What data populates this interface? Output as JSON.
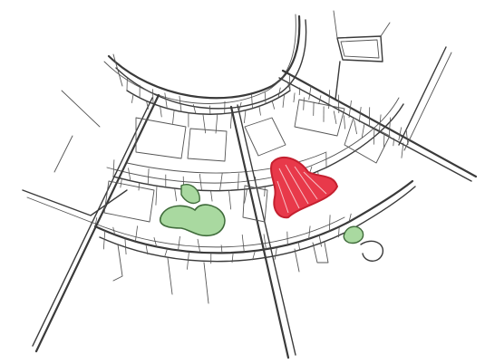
{
  "colors": {
    "ink": "#3a3a3a",
    "ink_light": "#555555",
    "red_fill": "#e8394a",
    "red_stroke": "#c4202f",
    "green_fill": "#a9d9a0",
    "green_stroke": "#3f6b3a",
    "background": "#ffffff"
  },
  "elements": {
    "red_zone": "red-highlight-area",
    "green_zones": [
      "green-highlight-area-left",
      "green-highlight-area-right"
    ]
  }
}
